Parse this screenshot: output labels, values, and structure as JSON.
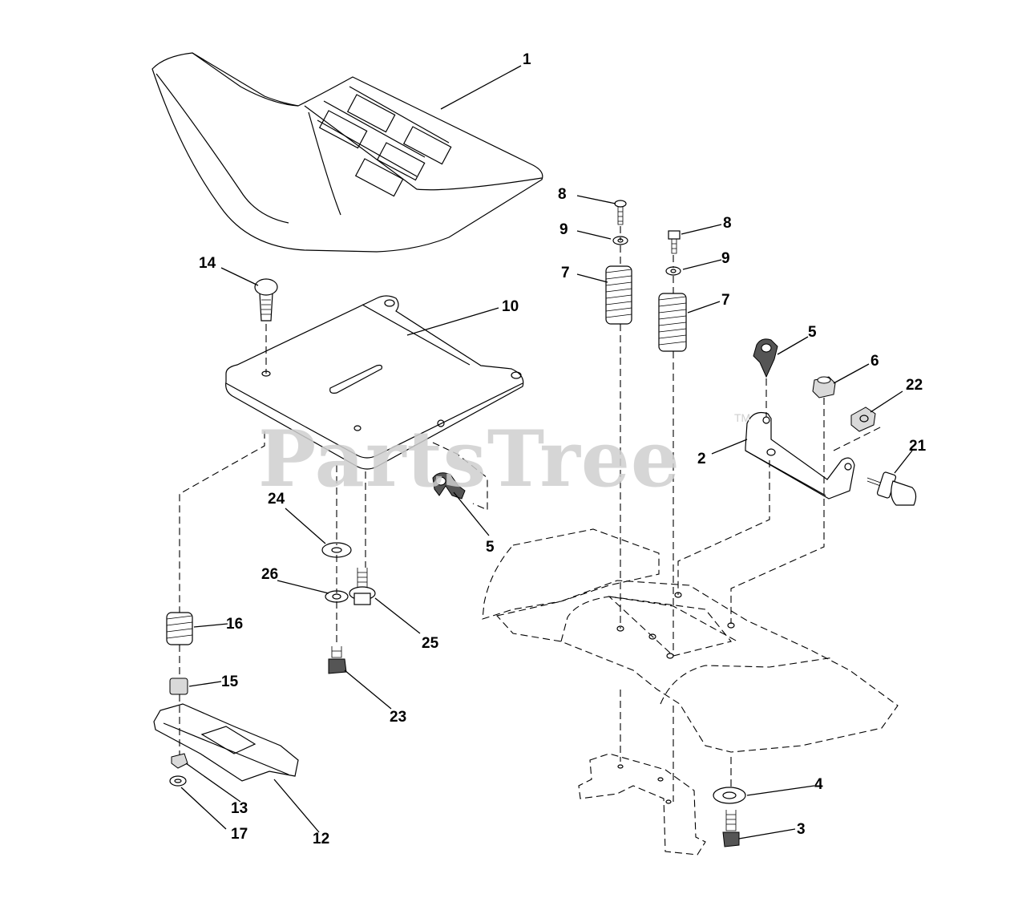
{
  "watermark": {
    "text": "PartsTree",
    "trademark": "TM"
  },
  "callouts": [
    {
      "id": "c1",
      "label": "1"
    },
    {
      "id": "c14",
      "label": "14"
    },
    {
      "id": "c10",
      "label": "10"
    },
    {
      "id": "c8a",
      "label": "8"
    },
    {
      "id": "c9a",
      "label": "9"
    },
    {
      "id": "c7a",
      "label": "7"
    },
    {
      "id": "c8b",
      "label": "8"
    },
    {
      "id": "c9b",
      "label": "9"
    },
    {
      "id": "c7b",
      "label": "7"
    },
    {
      "id": "c5a",
      "label": "5"
    },
    {
      "id": "c6",
      "label": "6"
    },
    {
      "id": "c22",
      "label": "22"
    },
    {
      "id": "c2",
      "label": "2"
    },
    {
      "id": "c21",
      "label": "21"
    },
    {
      "id": "c5b",
      "label": "5"
    },
    {
      "id": "c24",
      "label": "24"
    },
    {
      "id": "c26",
      "label": "26"
    },
    {
      "id": "c25",
      "label": "25"
    },
    {
      "id": "c16",
      "label": "16"
    },
    {
      "id": "c15",
      "label": "15"
    },
    {
      "id": "c23",
      "label": "23"
    },
    {
      "id": "c13",
      "label": "13"
    },
    {
      "id": "c17",
      "label": "17"
    },
    {
      "id": "c12",
      "label": "12"
    },
    {
      "id": "c4",
      "label": "4"
    },
    {
      "id": "c3",
      "label": "3"
    }
  ]
}
